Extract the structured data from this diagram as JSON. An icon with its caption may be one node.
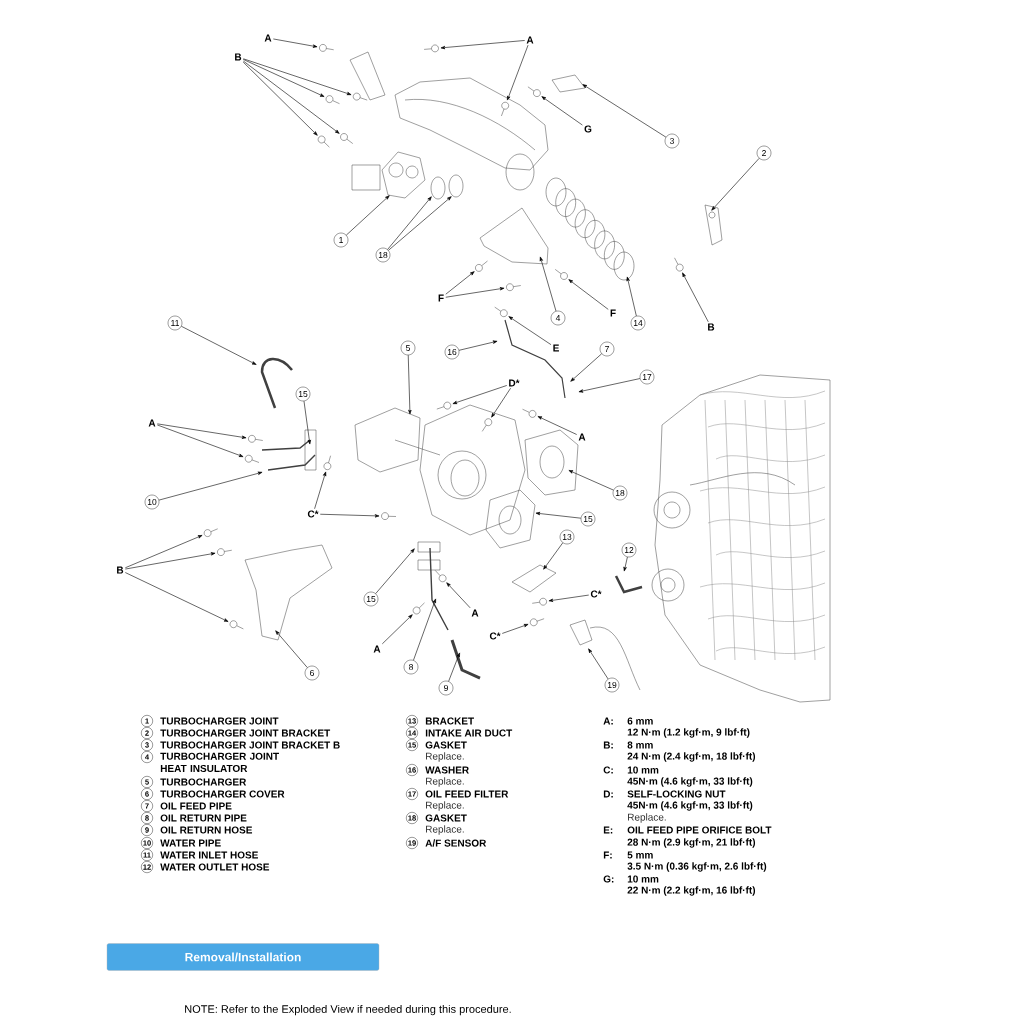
{
  "diagram": {
    "nodes": [
      {
        "text": [
          "A"
        ]
      },
      {
        "text": [
          "A"
        ]
      },
      {
        "text": [
          "B"
        ]
      },
      {
        "text": [
          "G"
        ]
      },
      {
        "text": [
          "3"
        ]
      },
      {
        "text": [
          "2"
        ]
      },
      {
        "text": [
          "1"
        ]
      },
      {
        "text": [
          "18"
        ]
      },
      {
        "text": [
          "F"
        ]
      },
      {
        "text": [
          "F"
        ]
      },
      {
        "text": [
          "4"
        ]
      },
      {
        "text": [
          "14"
        ]
      },
      {
        "text": [
          "B"
        ]
      },
      {
        "text": [
          "11"
        ]
      },
      {
        "text": [
          "E"
        ]
      },
      {
        "text": [
          "16"
        ]
      },
      {
        "text": [
          "5"
        ]
      },
      {
        "text": [
          "7"
        ]
      },
      {
        "text": [
          "17"
        ]
      },
      {
        "text": [
          "D*"
        ]
      },
      {
        "text": [
          "15"
        ]
      },
      {
        "text": [
          "A"
        ]
      },
      {
        "text": [
          "A"
        ]
      },
      {
        "text": [
          "18"
        ]
      },
      {
        "text": [
          "10"
        ]
      },
      {
        "text": [
          "C*"
        ]
      },
      {
        "text": [
          "15"
        ]
      },
      {
        "text": [
          "13"
        ]
      },
      {
        "text": [
          "12"
        ]
      },
      {
        "text": [
          "B"
        ]
      },
      {
        "text": [
          "C*"
        ]
      },
      {
        "text": [
          "15"
        ]
      },
      {
        "text": [
          "A"
        ]
      },
      {
        "text": [
          "C*"
        ]
      },
      {
        "text": [
          "A"
        ]
      },
      {
        "text": [
          "8"
        ]
      },
      {
        "text": [
          "9"
        ]
      },
      {
        "text": [
          "6"
        ]
      },
      {
        "text": [
          "19"
        ]
      },
      {
        "text": [
          "Removal/Installation"
        ]
      }
    ],
    "edges": [
      {
        "from": 0,
        "to": null,
        "arrow": "to"
      },
      {
        "from": 1,
        "to": null,
        "arrow": "to"
      },
      {
        "from": 1,
        "to": null,
        "arrow": "to"
      },
      {
        "from": 2,
        "to": null,
        "arrow": "to"
      },
      {
        "from": 2,
        "to": null,
        "arrow": "to"
      },
      {
        "from": 2,
        "to": null,
        "arrow": "to"
      },
      {
        "from": 2,
        "to": null,
        "arrow": "to"
      },
      {
        "from": 3,
        "to": null,
        "arrow": "to"
      },
      {
        "from": 4,
        "to": null,
        "arrow": "to"
      },
      {
        "from": 5,
        "to": null,
        "arrow": "to"
      },
      {
        "from": 6,
        "to": null,
        "arrow": "to"
      },
      {
        "from": 7,
        "to": null,
        "arrow": "to"
      },
      {
        "from": 7,
        "to": null,
        "arrow": "to"
      },
      {
        "from": 8,
        "to": null,
        "arrow": "to"
      },
      {
        "from": 8,
        "to": null,
        "arrow": "to"
      },
      {
        "from": 9,
        "to": null,
        "arrow": "to"
      },
      {
        "from": 10,
        "to": null,
        "arrow": "to"
      },
      {
        "from": 11,
        "to": null,
        "arrow": "to"
      },
      {
        "from": 12,
        "to": null,
        "arrow": "to"
      },
      {
        "from": 13,
        "to": null,
        "arrow": "to"
      },
      {
        "from": 14,
        "to": null,
        "arrow": "to"
      },
      {
        "from": 15,
        "to": null,
        "arrow": "to"
      },
      {
        "from": 16,
        "to": null,
        "arrow": "to"
      },
      {
        "from": 17,
        "to": null,
        "arrow": "to"
      },
      {
        "from": 18,
        "to": null,
        "arrow": "to"
      },
      {
        "from": 19,
        "to": null,
        "arrow": "to"
      },
      {
        "from": 19,
        "to": null,
        "arrow": "to"
      },
      {
        "from": 20,
        "to": null,
        "arrow": "to"
      },
      {
        "from": 21,
        "to": null,
        "arrow": "to"
      },
      {
        "from": 21,
        "to": null,
        "arrow": "to"
      },
      {
        "from": 22,
        "to": null,
        "arrow": "to"
      },
      {
        "from": 23,
        "to": null,
        "arrow": "to"
      },
      {
        "from": 24,
        "to": null,
        "arrow": "to"
      },
      {
        "from": 25,
        "to": null,
        "arrow": "to"
      },
      {
        "from": 25,
        "to": null,
        "arrow": "to"
      },
      {
        "from": 26,
        "to": null,
        "arrow": "to"
      },
      {
        "from": 27,
        "to": null,
        "arrow": "to"
      },
      {
        "from": 28,
        "to": null,
        "arrow": "to"
      },
      {
        "from": 29,
        "to": null,
        "arrow": "to"
      },
      {
        "from": 29,
        "to": null,
        "arrow": "to"
      },
      {
        "from": 29,
        "to": null,
        "arrow": "to"
      },
      {
        "from": 30,
        "to": null,
        "arrow": "to"
      },
      {
        "from": 31,
        "to": null,
        "arrow": "to"
      },
      {
        "from": 32,
        "to": null,
        "arrow": "to"
      },
      {
        "from": 33,
        "to": null,
        "arrow": "to"
      },
      {
        "from": 34,
        "to": null,
        "arrow": "to"
      },
      {
        "from": 35,
        "to": null,
        "arrow": "to"
      },
      {
        "from": 36,
        "to": null,
        "arrow": "to"
      },
      {
        "from": 37,
        "to": null,
        "arrow": "to"
      },
      {
        "from": 38,
        "to": null,
        "arrow": "to"
      }
    ],
    "labels": [
      "1",
      "TURBOCHARGER JOINT",
      "2",
      "TURBOCHARGER JOINT BRACKET",
      "3",
      "TURBOCHARGER JOINT BRACKET B",
      "4",
      "TURBOCHARGER JOINT HEAT INSULATOR",
      "5",
      "TURBOCHARGER",
      "6",
      "TURBOCHARGER COVER",
      "7",
      "OIL FEED PIPE",
      "8",
      "OIL RETURN PIPE",
      "9",
      "OIL RETURN HOSE",
      "10",
      "WATER PIPE",
      "11",
      "WATER INLET HOSE",
      "12",
      "WATER OUTLET HOSE",
      "13",
      "BRACKET",
      "14",
      "INTAKE AIR DUCT",
      "15",
      "GASKET",
      "Replace.",
      "16",
      "WASHER",
      "Replace.",
      "17",
      "OIL FEED FILTER",
      "Replace.",
      "18",
      "GASKET",
      "Replace.",
      "19",
      "A/F SENSOR",
      "A:",
      "6 mm",
      "12 N·m (1.2 kgf·m, 9 lbf·ft)",
      "B:",
      "8 mm",
      "24 N·m (2.4 kgf·m, 18 lbf·ft)",
      "C:",
      "10 mm",
      "45N·m (4.6 kgf·m, 33 lbf·ft)",
      "D:",
      "SELF-LOCKING NUT",
      "45N·m (4.6 kgf·m, 33 lbf·ft)",
      "Replace.",
      "E:",
      "OIL FEED PIPE ORIFICE BOLT",
      "28 N·m (2.9 kgf·m, 21 lbf·ft)",
      "F:",
      "5 mm",
      "3.5 N·m (0.36 kgf·m, 2.6 lbf·ft)",
      "G:",
      "10 mm",
      "22 N·m (2.2 kgf·m, 16 lbf·ft)",
      "NOTE: Refer to the Exploded View if needed during this procedure."
    ]
  }
}
